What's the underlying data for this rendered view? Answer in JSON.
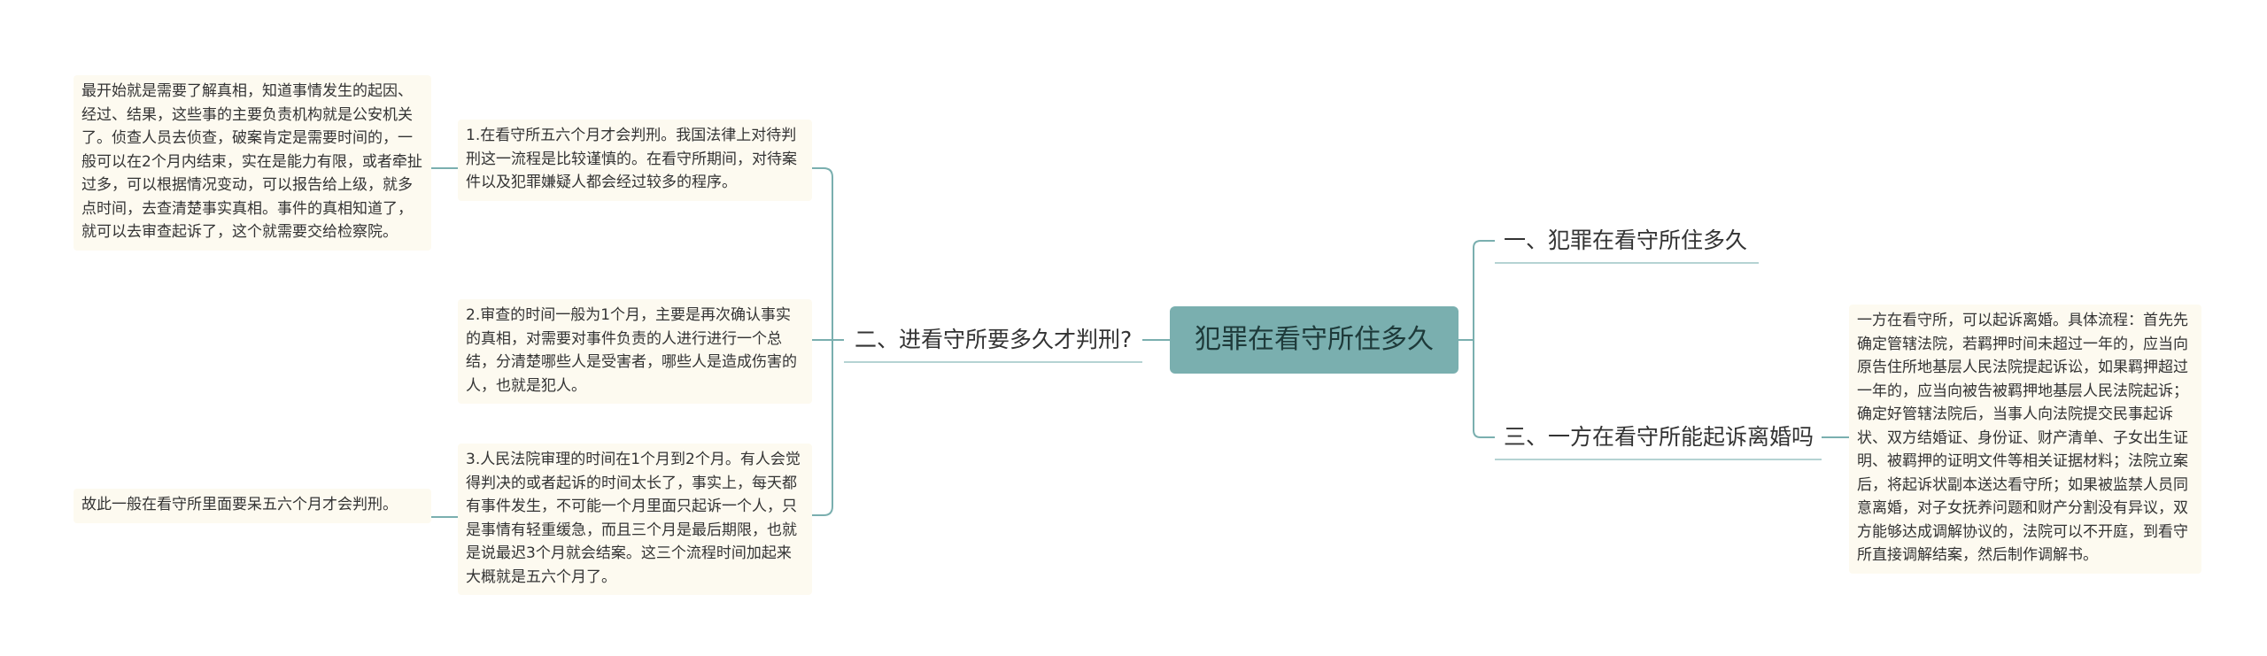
{
  "root": {
    "title": "犯罪在看守所住多久"
  },
  "branches": [
    {
      "label": "一、犯罪在看守所住多久"
    },
    {
      "label": "二、进看守所要多久才判刑?"
    },
    {
      "label": "三、一方在看守所能起诉离婚吗"
    }
  ],
  "leaves": {
    "b2_1": "1.在看守所五六个月才会判刑。我国法律上对待判刑这一流程是比较谨慎的。在看守所期间，对待案件以及犯罪嫌疑人都会经过较多的程序。",
    "b2_2": "2.审查的时间一般为1个月，主要是再次确认事实的真相，对需要对事件负责的人进行进行一个总结，分清楚哪些人是受害者，哪些人是造成伤害的人，也就是犯人。",
    "b2_3": "3.人民法院审理的时间在1个月到2个月。有人会觉得判决的或者起诉的时间太长了，事实上，每天都有事件发生，不可能一个月里面只起诉一个人，只是事情有轻重缓急，而且三个月是最后期限，也就是说最迟3个月就会结案。这三个流程时间加起来大概就是五六个月了。",
    "b2_1_1": "最开始就是需要了解真相，知道事情发生的起因、经过、结果，这些事的主要负责机构就是公安机关了。侦查人员去侦查，破案肯定是需要时间的，一般可以在2个月内结束，实在是能力有限，或者牵扯过多，可以根据情况变动，可以报告给上级，就多点时间，去查清楚事实真相。事件的真相知道了，就可以去审查起诉了，这个就需要交给检察院。",
    "b2_3_1": "故此一般在看守所里面要呆五六个月才会判刑。",
    "b3_1": "一方在看守所，可以起诉离婚。具体流程：首先先确定管辖法院，若羁押时间未超过一年的，应当向原告住所地基层人民法院提起诉讼，如果羁押超过一年的，应当向被告被羁押地基层人民法院起诉；确定好管辖法院后，当事人向法院提交民事起诉状、双方结婚证、身份证、财产清单、子女出生证明、被羁押的证明文件等相关证据材料；法院立案后，将起诉状副本送达看守所；如果被监禁人员同意离婚，对子女抚养问题和财产分割没有异议，双方能够达成调解协议的，法院可以不开庭，到看守所直接调解结案，然后制作调解书。"
  },
  "colors": {
    "root_fill": "#7aafaf",
    "connector": "#7aafaf",
    "leaf_fill": "#fdfaf0",
    "branch_underline": "#b5d3d3"
  }
}
